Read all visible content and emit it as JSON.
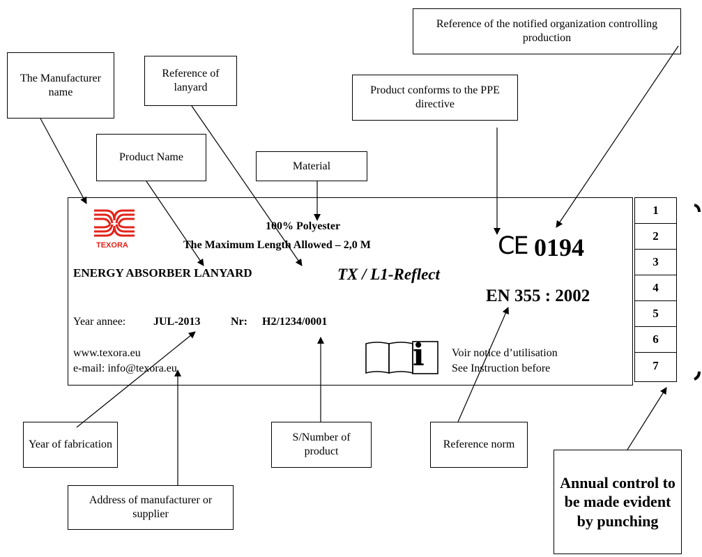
{
  "callouts": {
    "manufacturer_name": "The Manufacturer name",
    "product_name": "Product Name",
    "lanyard_ref": "Reference of lanyard",
    "material": "Material",
    "ppe": "Product conforms to the PPE directive",
    "notified_org": "Reference of the notified organization controlling production",
    "year_fabrication": "Year of fabrication",
    "address": "Address of manufacturer or supplier",
    "serial_number": "S/Number of product",
    "reference_norm": "Reference norm",
    "annual_control": "Annual control to be made evident by punching"
  },
  "label": {
    "logo_text": "TEXORA",
    "material_line": "100% Polyester",
    "max_length_line": "The Maximum Length Allowed – 2,0 M",
    "product_name": "ENERGY ABSORBER LANYARD",
    "reference": "TX / L1-Reflect",
    "ce_mark": "CE",
    "notified_body_number": "0194",
    "norm": "EN 355 : 2002",
    "year_prefix": "Year annee:",
    "year_value": "JUL-2013",
    "nr_prefix": "Nr:",
    "nr_value": "H2/1234/0001",
    "website": "www.texora.eu",
    "email": "e-mail: info@texora.eu",
    "notice_fr": "Voir notice d’utilisation",
    "notice_en": "See Instruction before",
    "info_symbol": "i",
    "punch_numbers": [
      "1",
      "2",
      "3",
      "4",
      "5",
      "6",
      "7"
    ]
  },
  "colors": {
    "logo_red": "#e2231a",
    "line": "#000000"
  }
}
